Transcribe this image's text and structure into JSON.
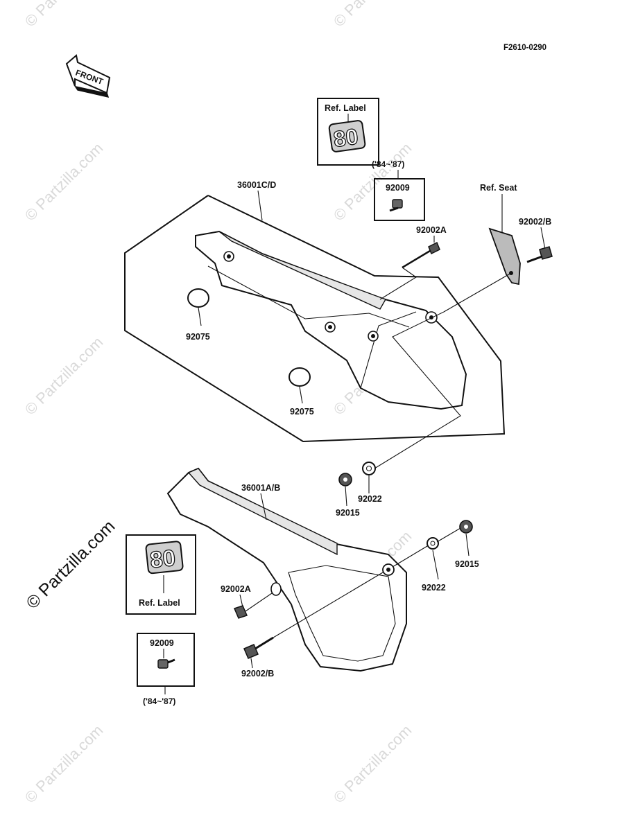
{
  "diagram_code": "F2610-0290",
  "front_arrow": "FRONT",
  "watermark": "© Partzilla.com",
  "boxes": {
    "top_label": {
      "text": "Ref. Label",
      "emblem": "80"
    },
    "top_92009": {
      "part": "92009",
      "years": "('84~'87)"
    },
    "bottom_label": {
      "text": "Ref. Label",
      "emblem": "80"
    },
    "bottom_92009": {
      "part": "92009",
      "years": "('84~'87)"
    }
  },
  "labels": {
    "p36001cd": "36001C/D",
    "p92002a_top": "92002A",
    "ref_seat": "Ref. Seat",
    "p92002b_top": "92002/B",
    "p92075_left": "92075",
    "p92075_low": "92075",
    "p92015_mid": "92015",
    "p92022_mid": "92022",
    "p36001ab": "36001A/B",
    "p92015_right": "92015",
    "p92022_right": "92022",
    "p92002a_bottom": "92002A",
    "p92002b_bottom": "92002/B"
  }
}
